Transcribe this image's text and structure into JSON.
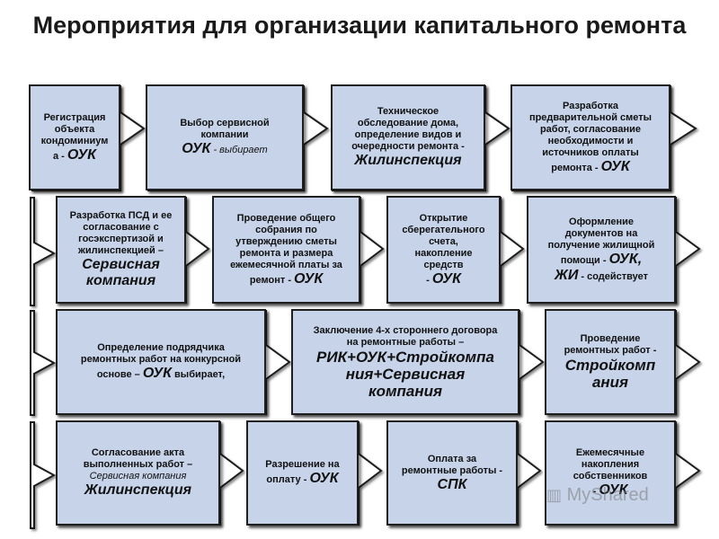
{
  "title": "Мероприятия для организации капитального ремонта",
  "boxes": {
    "b1": {
      "l1": "Регистрация",
      "l2": "объекта",
      "l3": "кондоминиум",
      "pre": "а -",
      "actor": "ОУК"
    },
    "b2": {
      "l1": "Выбор сервисной",
      "l2": "компании",
      "actor": "ОУК",
      "suffix": "- выбирает"
    },
    "b3": {
      "l1": "Техническое",
      "l2": "обследование дома,",
      "l3": "определение видов и",
      "l4": "очередности ремонта -",
      "actor": "Жилинспекция"
    },
    "b4": {
      "l1": "Разработка",
      "l2": "предварительной сметы",
      "l3": "работ, согласование",
      "l4": "необходимости и",
      "l5": "источников оплаты",
      "pre": "ремонта -",
      "actor": "ОУК"
    },
    "b5": {
      "l1": "Разработка ПСД и ее",
      "l2": "согласование с",
      "l3": "госэкспертизой и",
      "l4": "жилинспекцией –",
      "actor1": "Сервисная",
      "actor2": "компания"
    },
    "b6": {
      "l1": "Проведение общего",
      "l2": "собрания по",
      "l3": "утверждению сметы",
      "l4": "ремонта и размера",
      "l5": "ежемесячной платы за",
      "pre": "ремонт -",
      "actor": "ОУК"
    },
    "b7": {
      "l1": "Открытие",
      "l2": "сберегательного",
      "l3": "счета,",
      "l4": "накопление",
      "l5": "средств",
      "pre": "-",
      "actor": "ОУК"
    },
    "b8": {
      "l1": "Оформление",
      "l2": "документов на",
      "l3": "получение жилищной",
      "pre": "помощи -",
      "actor": "ОУК,",
      "actor2": "ЖИ",
      "suffix": "- содействует"
    },
    "b9": {
      "l1": "Определение подрядчика",
      "l2": "ремонтных работ на конкурсной",
      "pre": "основе –",
      "actor": "ОУК",
      "suffix": "выбирает,"
    },
    "b10": {
      "l1": "Заключение 4-х стороннего договора",
      "l2": "на ремонтные работы –",
      "a1": "РИК+ОУК+Стройкомпа",
      "a2": "ния+Сервисная",
      "a3": "компания"
    },
    "b11": {
      "l1": "Проведение",
      "l2": "ремонтных работ -",
      "a1": "Стройкомп",
      "a2": "ания"
    },
    "b12": {
      "l1": "Согласование акта",
      "l2": "выполненных работ –",
      "l3": "Сервисная компания",
      "actor": "Жилинспекция"
    },
    "b13": {
      "l1": "Разрешение на",
      "pre": "оплату -",
      "actor": "ОУК"
    },
    "b14": {
      "l1": "Оплата за",
      "l2": "ремонтные работы -",
      "actor": "СПК"
    },
    "b15": {
      "l1": "Ежемесячные",
      "l2": "накопления",
      "l3": "собственников",
      "pre": "-",
      "actor": "ОУК"
    }
  },
  "watermark": "MyShared",
  "colors": {
    "box_fill": "#c6d3e9",
    "box_border": "#1f1f1f",
    "arrow_fill": "#ffffff",
    "arrow_stroke": "#1f1f1f"
  }
}
